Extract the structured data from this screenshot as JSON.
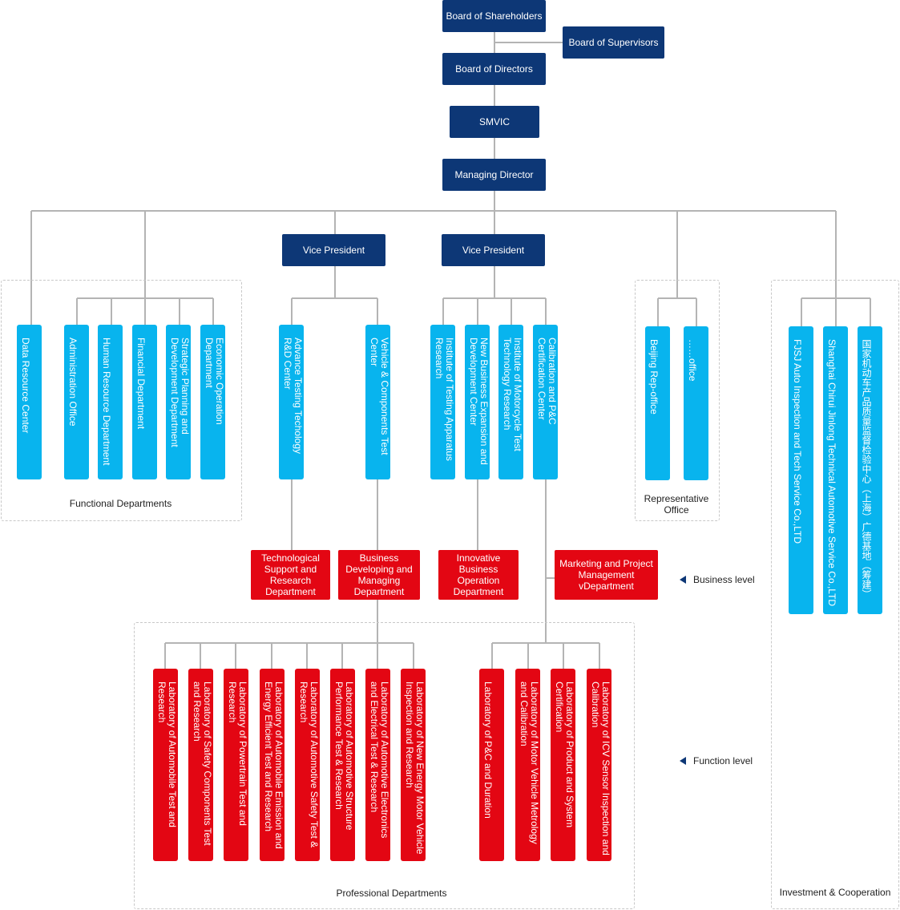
{
  "top": {
    "shareholders": "Board of Shareholders",
    "supervisors": "Board of Supervisors",
    "directors": "Board of Directors",
    "smvic": "SMVIC",
    "managing_director": "Managing Director",
    "vp_left": "Vice President",
    "vp_right": "Vice President"
  },
  "functional": {
    "label": "Functional Departments",
    "items": [
      "Data Resource Center",
      "Administration Office",
      "Human Resource Department",
      "Financial Department",
      "Strategic Planning and Development Department",
      "Economic Operation Department"
    ]
  },
  "centers": [
    "Advance Testing Techology R&D Center",
    "Vehicle & Components Test Center",
    "Institute of Testing Apparatus Research",
    "New Business Expansion and Development Center",
    "Institute of Motorcycle Test Technology Research",
    "Calibration and P&C Certification Center"
  ],
  "representative": {
    "label": "Representative Office",
    "items": [
      "Beijing Rep-office",
      "……office"
    ]
  },
  "investment": {
    "label": "Investment & Cooperation",
    "items": [
      "FJSJ Auto Inspection and Tech Service Co.,LTD",
      "Shanghai Chirui Jinlong Technical Automotive Service Co.,LTD",
      "国家机动车产品质量监督检验中心（上海）广德基地（筹建）"
    ]
  },
  "business": {
    "level_label": "Business level",
    "items": [
      "Technological Support and Research Department",
      "Business Developing and Managing Department",
      "Innovative Business Operation Department",
      "Marketing and Project Management vDepartment"
    ]
  },
  "professional": {
    "label": "Professional Departments",
    "level_label": "Function level",
    "items": [
      "Laboratory of Automobile Test and Research",
      "Laboratory of Safety Components Test and Research",
      "Laboratory of Powertrain Test and Research",
      "Laboratory of Automobile Emission and Energy Efficient Test and Research",
      "Laboratory of Automotive Safety Test & Research",
      "Laboratory of Automotive Structure Performance Test & Research",
      "Laboratory of Automotive Electronics and Electrical Test & Research",
      "Laboratory of New Energy Motor Vehicle Inspection and Research",
      "Laboratory of P&C and Duration",
      "Laboratory of Motor Vehicle Metrology and Calibration",
      "Laboratory of Product and System Certification",
      "Laboratory of ICV Sensor Inspection and Calibration"
    ]
  },
  "colors": {
    "navy": "#0d3776",
    "cyan": "#08b4ee",
    "red": "#e30613",
    "line": "#b4b4b4"
  }
}
